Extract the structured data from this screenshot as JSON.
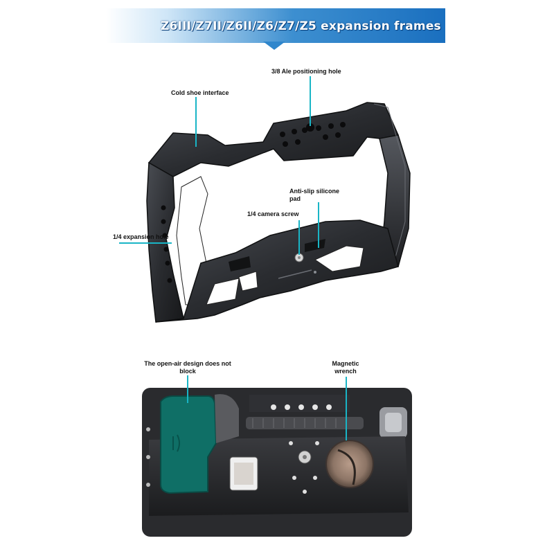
{
  "banner": {
    "title": "Z6III/Z7II/Z6II/Z6/Z7/Z5 expansion frames"
  },
  "top_image": {
    "callouts": {
      "cold_shoe": "Cold shoe interface",
      "positioning_hole": "3/8 Ale positioning hole",
      "silicone_pad": "Anti-slip silicone pad",
      "camera_screw": "1/4 camera screw",
      "expansion_hole": "1/4 expansion hole"
    }
  },
  "bottom_image": {
    "callouts": {
      "open_air": "The open-air design does not block",
      "magnetic_wrench": "Magnetic wrench"
    }
  },
  "colors": {
    "accent": "#19b5c6",
    "banner_dark": "#1a6fbf",
    "frame": "#2b2d31",
    "battery_door": "#0f6f66"
  }
}
